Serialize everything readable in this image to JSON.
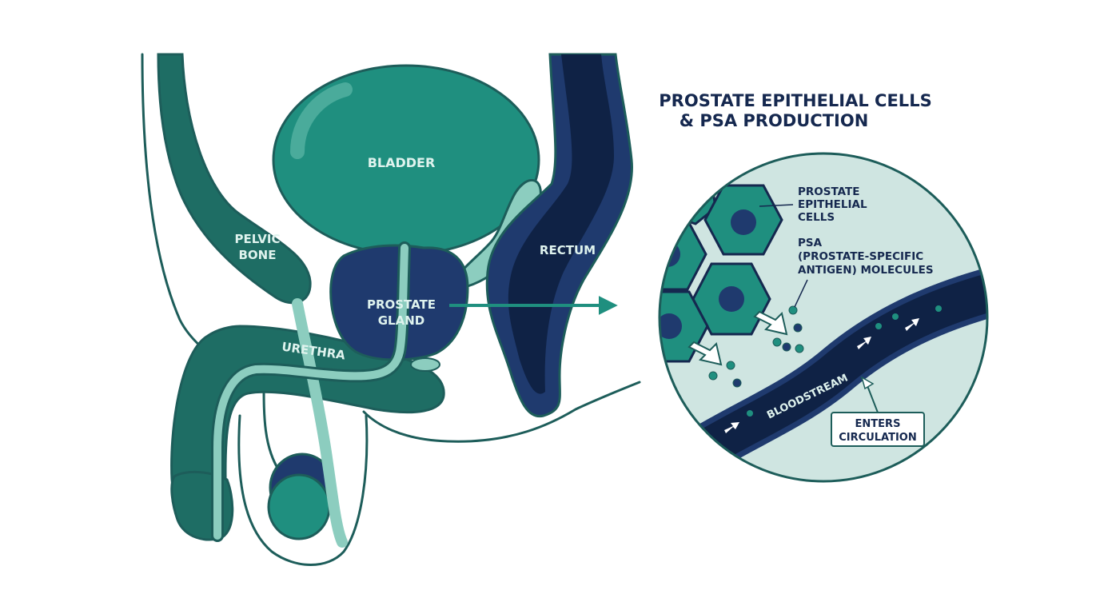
{
  "title": {
    "line1": "PROSTATE EPITHELIAL CELLS",
    "line2": "& PSA PRODUCTION"
  },
  "labels": {
    "bladder": "BLADDER",
    "pelvic_bone": [
      "PELVIC",
      "BONE"
    ],
    "prostate_gland": [
      "PROSTATE",
      "GLAND"
    ],
    "rectum": "RECTUM",
    "urethra": "URETHRA",
    "epithelial_cells": [
      "PROSTATE",
      "EPITHELIAL",
      "CELLS"
    ],
    "psa": [
      "PSA",
      "(PROSTATE-SPECIFIC",
      "ANTIGEN) MOLECULES"
    ],
    "bloodstream": "BLOODSTREAM",
    "enters_circulation": [
      "ENTERS",
      "CIRCULATION"
    ]
  },
  "colors": {
    "outline": "#1d5d5a",
    "teal": "#1f8f7f",
    "teal_dark": "#1e6d64",
    "navy": "#1f3a6e",
    "navy_dark": "#0f2245",
    "pale": "#cfe5e1",
    "mint": "#8ccdbf",
    "text_dark": "#15284f",
    "text_light": "#dff3ee"
  }
}
